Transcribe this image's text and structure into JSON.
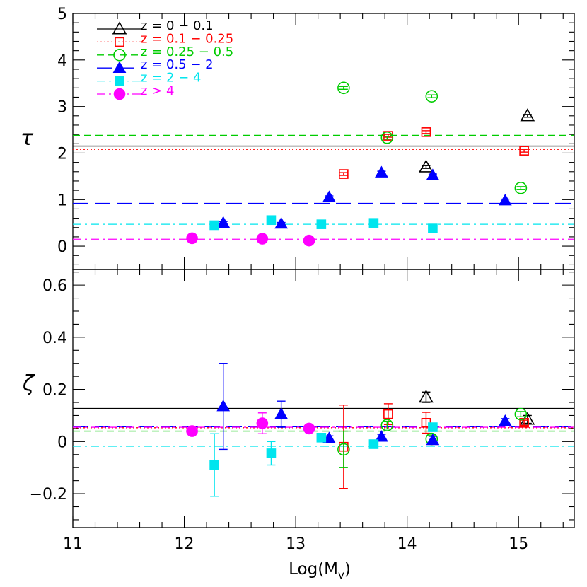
{
  "figure": {
    "xlabel": "Log(M",
    "xlabel_sub": "v",
    "xlabel_close": ")",
    "x_ticks": [
      "11",
      "12",
      "13",
      "14",
      "15"
    ]
  },
  "legend": [
    {
      "label": "z = 0 − 0.1",
      "color": "#000000",
      "marker": "triangle-open",
      "linestyle": "solid"
    },
    {
      "label": "z = 0.1 − 0.25",
      "color": "#ff0000",
      "marker": "square-open",
      "linestyle": "dotted"
    },
    {
      "label": "z = 0.25 − 0.5",
      "color": "#00cc00",
      "marker": "circle-open",
      "linestyle": "dashed"
    },
    {
      "label": "z = 0.5 − 2",
      "color": "#0000ff",
      "marker": "triangle-filled",
      "linestyle": "longdash"
    },
    {
      "label": "z = 2 − 4",
      "color": "#00e5ee",
      "marker": "square-filled",
      "linestyle": "dashdot"
    },
    {
      "label": "z > 4",
      "color": "#ff00ff",
      "marker": "circle-filled",
      "linestyle": "dashdot"
    }
  ],
  "chart_data": [
    {
      "type": "scatter",
      "panel": "top",
      "ylabel": "τ",
      "xlim": [
        11,
        15.5
      ],
      "ylim": [
        -0.5,
        5
      ],
      "y_ticks": [
        "0",
        "1",
        "2",
        "3",
        "4",
        "5"
      ],
      "hlines": [
        2.15,
        2.08,
        2.38,
        0.92,
        0.47,
        0.15
      ],
      "series": [
        {
          "x": [
            14.17,
            15.08
          ],
          "y": [
            1.7,
            2.8
          ],
          "err": [
            0.03,
            0.03
          ]
        },
        {
          "x": [
            13.43,
            13.83,
            14.17,
            15.05
          ],
          "y": [
            1.55,
            2.37,
            2.45,
            2.05
          ],
          "err": [
            0.03,
            0.03,
            0.03,
            0.03
          ]
        },
        {
          "x": [
            13.43,
            13.82,
            14.22,
            15.02
          ],
          "y": [
            3.4,
            2.33,
            3.22,
            1.25
          ],
          "err": [
            0.03,
            0.03,
            0.03,
            0.03
          ]
        },
        {
          "x": [
            12.35,
            12.87,
            13.3,
            13.77,
            14.23,
            14.88
          ],
          "y": [
            0.5,
            0.48,
            1.05,
            1.58,
            1.52,
            0.98
          ],
          "err": [
            0.03,
            0.03,
            0.03,
            0.03,
            0.03,
            0.03
          ]
        },
        {
          "x": [
            12.27,
            12.78,
            13.23,
            13.7,
            14.23
          ],
          "y": [
            0.45,
            0.56,
            0.47,
            0.5,
            0.38
          ],
          "err": [
            0.03,
            0.03,
            0.03,
            0.03,
            0.03
          ]
        },
        {
          "x": [
            12.07,
            12.7,
            13.12
          ],
          "y": [
            0.17,
            0.16,
            0.12
          ],
          "err": [
            0,
            0,
            0
          ]
        }
      ]
    },
    {
      "type": "scatter",
      "panel": "bottom",
      "ylabel": "ζ",
      "xlim": [
        11,
        15.5
      ],
      "ylim": [
        -0.33,
        0.66
      ],
      "y_ticks": [
        "−0.2",
        "0",
        "0.2",
        "0.4",
        "0.6"
      ],
      "hlines": [
        0.127,
        0.053,
        0.04,
        0.057,
        -0.018,
        0.055
      ],
      "series": [
        {
          "x": [
            14.17,
            15.08
          ],
          "y": [
            0.17,
            0.085
          ],
          "err": [
            0.02,
            0.015
          ]
        },
        {
          "x": [
            13.43,
            13.83,
            14.17,
            15.05
          ],
          "y": [
            -0.02,
            0.105,
            0.072,
            0.072
          ],
          "err": [
            0.16,
            0.04,
            0.04,
            0.01
          ]
        },
        {
          "x": [
            13.43,
            13.82,
            14.22,
            15.02
          ],
          "y": [
            -0.03,
            0.063,
            0.01,
            0.105
          ],
          "err": [
            0.07,
            0.015,
            0.015,
            0.01
          ]
        },
        {
          "x": [
            12.35,
            12.87,
            13.3,
            13.77,
            14.23,
            14.88
          ],
          "y": [
            0.135,
            0.105,
            0.012,
            0.018,
            0.005,
            0.078
          ],
          "err": [
            0.165,
            0.05,
            0.01,
            0.01,
            0.015,
            0.01
          ]
        },
        {
          "x": [
            12.27,
            12.78,
            13.23,
            13.7,
            14.23
          ],
          "y": [
            -0.09,
            -0.045,
            0.015,
            -0.01,
            0.055
          ],
          "err": [
            0.12,
            0.045,
            0.01,
            0.008,
            0.015
          ]
        },
        {
          "x": [
            12.07,
            12.7,
            13.12
          ],
          "y": [
            0.04,
            0.07,
            0.05
          ],
          "err": [
            0,
            0.04,
            0.015
          ]
        }
      ]
    }
  ]
}
